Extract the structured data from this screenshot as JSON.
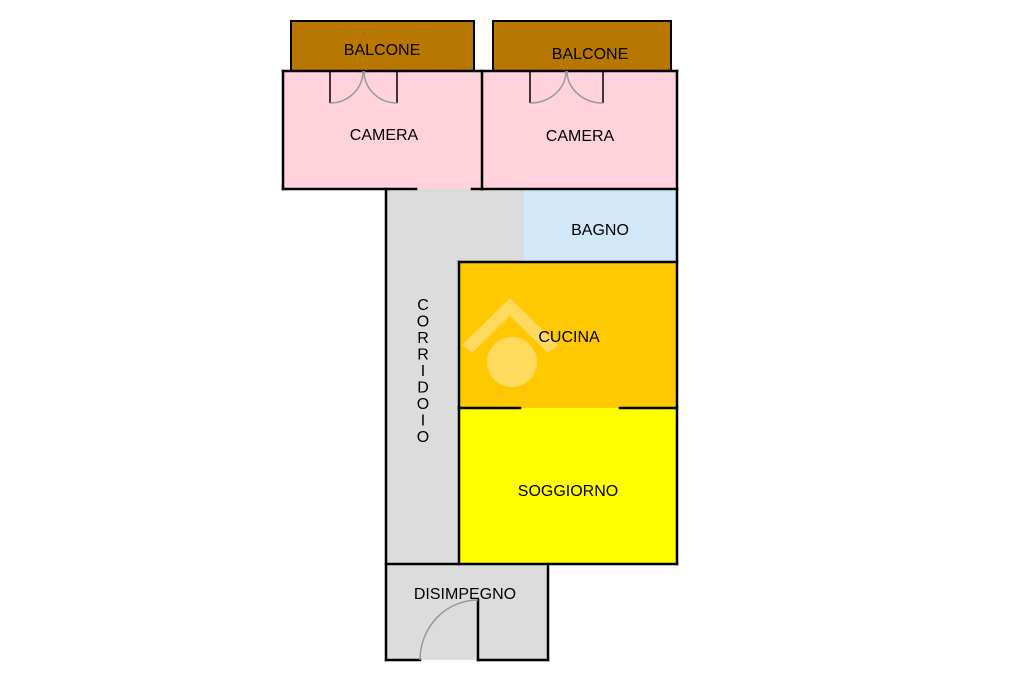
{
  "floor_plan": {
    "colors": {
      "balcone": "#B87800",
      "camera": "#FFD2DC",
      "bagno": "#D2E8F8",
      "cucina": "#FFC800",
      "soggiorno": "#FFFF00",
      "corridoio": "#DCDCDC",
      "disimpegno": "#DCDCDC",
      "wall": "#000000",
      "door_swing": "#999999",
      "watermark": "#FFE9A8"
    },
    "rooms": {
      "balcone_left": "BALCONE",
      "balcone_right": "BALCONE",
      "camera_left": "CAMERA",
      "camera_right": "CAMERA",
      "bagno": "BAGNO",
      "cucina": "CUCINA",
      "soggiorno": "SOGGIORNO",
      "corridoio": [
        "C",
        "O",
        "R",
        "R",
        "I",
        "D",
        "O",
        "I",
        "O"
      ],
      "disimpegno": "DISIMPEGNO"
    }
  }
}
